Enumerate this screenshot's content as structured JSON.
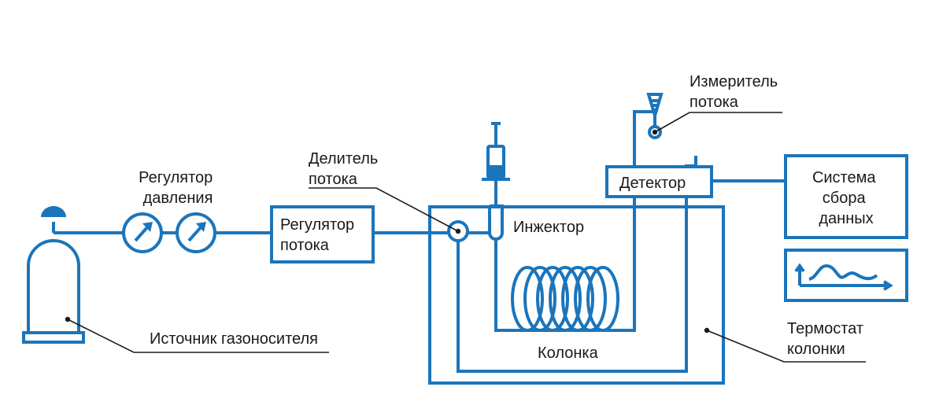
{
  "colors": {
    "line": "#1b75bb",
    "text": "#1a1a1a",
    "background": "#ffffff"
  },
  "labels": {
    "carrier_gas_source": "Источник газоносителя",
    "pressure_regulator": [
      "Регулятор",
      "давления"
    ],
    "flow_regulator": [
      "Регулятор",
      "потока"
    ],
    "flow_splitter": [
      "Делитель",
      "потока"
    ],
    "injector": "Инжектор",
    "column": "Колонка",
    "detector": "Детектор",
    "flow_meter": [
      "Измеритель",
      "потока"
    ],
    "data_system": [
      "Система",
      "сбора",
      "данных"
    ],
    "column_oven": [
      "Термостат",
      "колонки"
    ]
  },
  "icons": {
    "gas_cylinder": "gas-cylinder-icon",
    "pressure_gauge": "pressure-gauge-icon",
    "syringe": "syringe-icon",
    "column_coil": "column-coil-icon",
    "flow_meter": "flow-meter-icon",
    "chromatogram": "chromatogram-icon"
  }
}
